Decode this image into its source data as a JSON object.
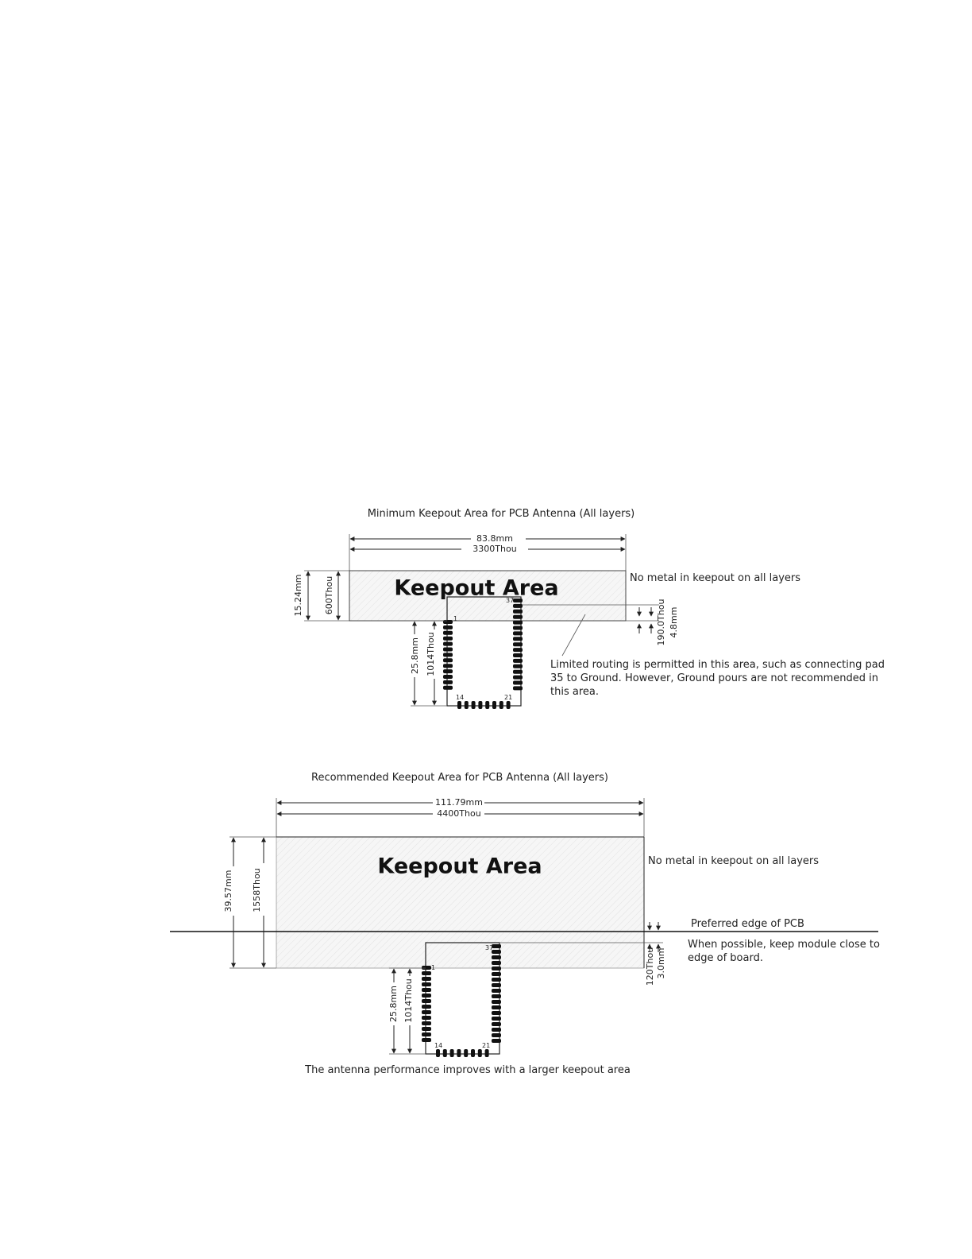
{
  "minimum": {
    "title": "Minimum Keepout Area for PCB Antenna (All layers)",
    "width_mm": "83.8mm",
    "width_thou": "3300Thou",
    "height_mm": "15.24mm",
    "height_thou": "600Thou",
    "area_label": "Keepout Area",
    "no_metal_note": "No metal in keepout on all layers",
    "offset_thou": "190.0Thou",
    "offset_mm": "4.8mm",
    "module_height_mm": "25.8mm",
    "module_height_thou": "1014Thou",
    "routing_note": [
      "Limited routing is permitted in this area, such as connecting pad",
      "35 to Ground. However, Ground pours are not recommended in",
      "this area."
    ],
    "pins": {
      "p1": "1",
      "p14": "14",
      "p21": "21",
      "p37": "37"
    }
  },
  "recommended": {
    "title": "Recommended Keepout Area for PCB Antenna (All layers)",
    "width_mm": "111.79mm",
    "width_thou": "4400Thou",
    "height_mm": "39.57mm",
    "height_thou": "1558Thou",
    "area_label": "Keepout Area",
    "no_metal_note": "No metal in keepout on all layers",
    "edge_note": "Preferred edge of PCB",
    "close_note": [
      "When possible, keep module close to",
      "edge of board."
    ],
    "offset_thou": "120Thou",
    "offset_mm": "3.0mm",
    "module_height_mm": "25.8mm",
    "module_height_thou": "1014Thou",
    "caption": "The antenna performance improves with a larger keepout area",
    "pins": {
      "p1": "1",
      "p14": "14",
      "p21": "21",
      "p37": "37"
    }
  }
}
